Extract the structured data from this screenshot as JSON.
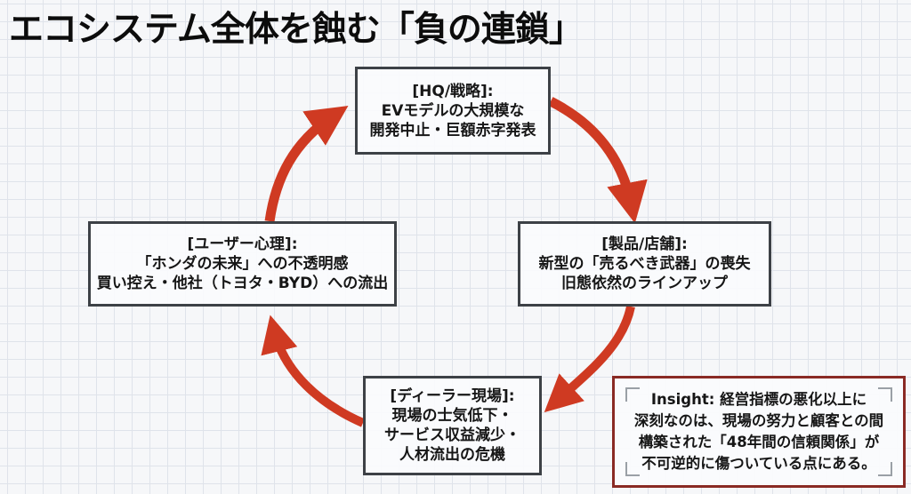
{
  "title": "エコシステム全体を蝕む「負の連鎖」",
  "colors": {
    "arrow": "#cf3a22",
    "node_border": "#3d4146",
    "insight_border": "#8a2a24"
  },
  "nodes": {
    "hq": {
      "heading": "[HQ/戦略]:",
      "lines": [
        "EVモデルの大規模な",
        "開発中止・巨額赤字発表"
      ]
    },
    "product": {
      "heading": "[製品/店舗]:",
      "lines": [
        "新型の「売るべき武器」の喪失",
        "旧態依然のラインアップ"
      ]
    },
    "dealer": {
      "heading": "[ディーラー現場]:",
      "lines": [
        "現場の士気低下・",
        "サービス収益減少・",
        "人材流出の危機"
      ]
    },
    "user": {
      "heading": "[ユーザー心理]:",
      "lines": [
        "「ホンダの未来」への不透明感",
        "買い控え・他社（トヨタ・BYD）への流出"
      ]
    }
  },
  "cycle_order": [
    "hq",
    "product",
    "dealer",
    "user"
  ],
  "insight": {
    "lines": [
      "Insight: 経営指標の悪化以上に",
      "深刻なのは、現場の努力と顧客との間",
      "構築された「48年間の信頼関係」が",
      "不可逆的に傷ついている点にある。"
    ]
  }
}
